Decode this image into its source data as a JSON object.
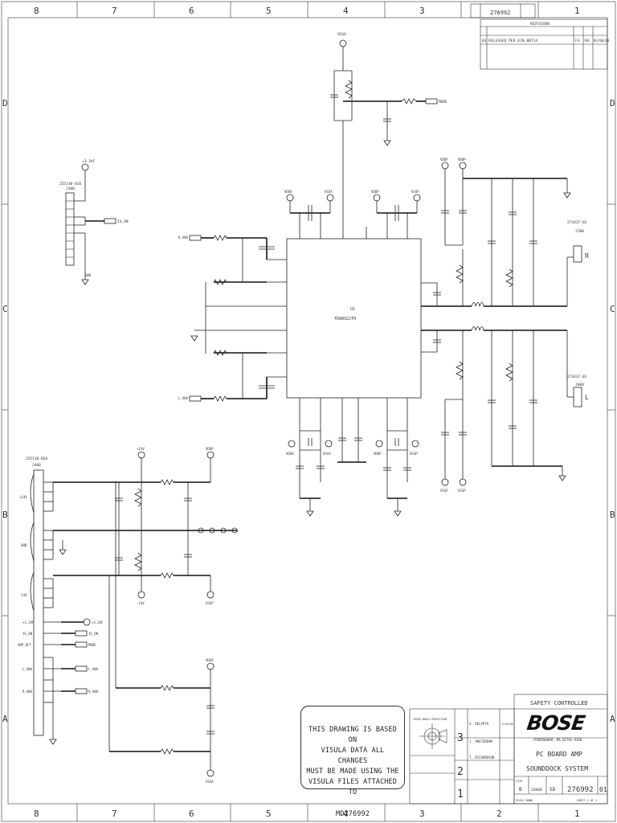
{
  "border": {
    "columns": [
      "8",
      "7",
      "6",
      "5",
      "4",
      "3",
      "2",
      "1"
    ],
    "rows": [
      "D",
      "C",
      "B",
      "A"
    ]
  },
  "revisions": {
    "header": "REVISIONS",
    "doc_number": "276992",
    "row1": "01  RELEASED PER ECN 00714",
    "row1_by": "FS",
    "row1_chk": "KA",
    "row1_date": "03/06/03"
  },
  "connectors": {
    "j300": {
      "part": "255130-016",
      "ref": "J300"
    },
    "j400": {
      "part": "255130-020",
      "ref": "J400"
    },
    "j700": {
      "part": "273437-02",
      "ref": "J700",
      "side": "R"
    },
    "j800": {
      "part": "273437-01",
      "ref": "J800",
      "side": "L"
    }
  },
  "ic": {
    "ref": "U1",
    "part": "TDA8922TH"
  },
  "rails": {
    "vdda": "VDDA",
    "vssa": "VSSA",
    "vddp": "VDDP",
    "vssp": "VSSP",
    "gnd": "GND",
    "plus14v": "+14V",
    "minus14v": "-14V",
    "plus3v": "+3.3VF",
    "in_l": "L_ANA",
    "in_r": "R_ANA",
    "mode": "MODE",
    "is_on": "IS_ON",
    "amp_off": "AMP_OFF",
    "r_ana_in": "R_ANA"
  },
  "safety": "SAFETY CONTROLLED",
  "brand": "BOSE",
  "company_address": "FRAMINGHAM, MA 01701-9168",
  "drawing": {
    "title1": "PC BOARD AMP",
    "title2": "SOUNDDOCK SYSTEM",
    "number": "276992",
    "rev": "01",
    "size": "B",
    "size_label": "SIZE",
    "fscm": "32008",
    "class": "SD",
    "sheet": "SHEET 1 OF 1",
    "scale": "SCALE NONE"
  },
  "note": {
    "lines": [
      "THIS DRAWING IS BASED ON",
      "VISULA DATA ALL CHANGES",
      "MUST BE MADE USING THE",
      "VISULA FILES ATTACHED TO"
    ],
    "file": "MD276992"
  },
  "approvals": {
    "projection": "THIRD ANGLE PROJECTION",
    "drawn": "S. DELAPTA",
    "checked": "J. ANSTERDAM",
    "approved": "T. RICHARDSON",
    "date": "3/16/02"
  },
  "stages": [
    "3",
    "2",
    "1"
  ]
}
